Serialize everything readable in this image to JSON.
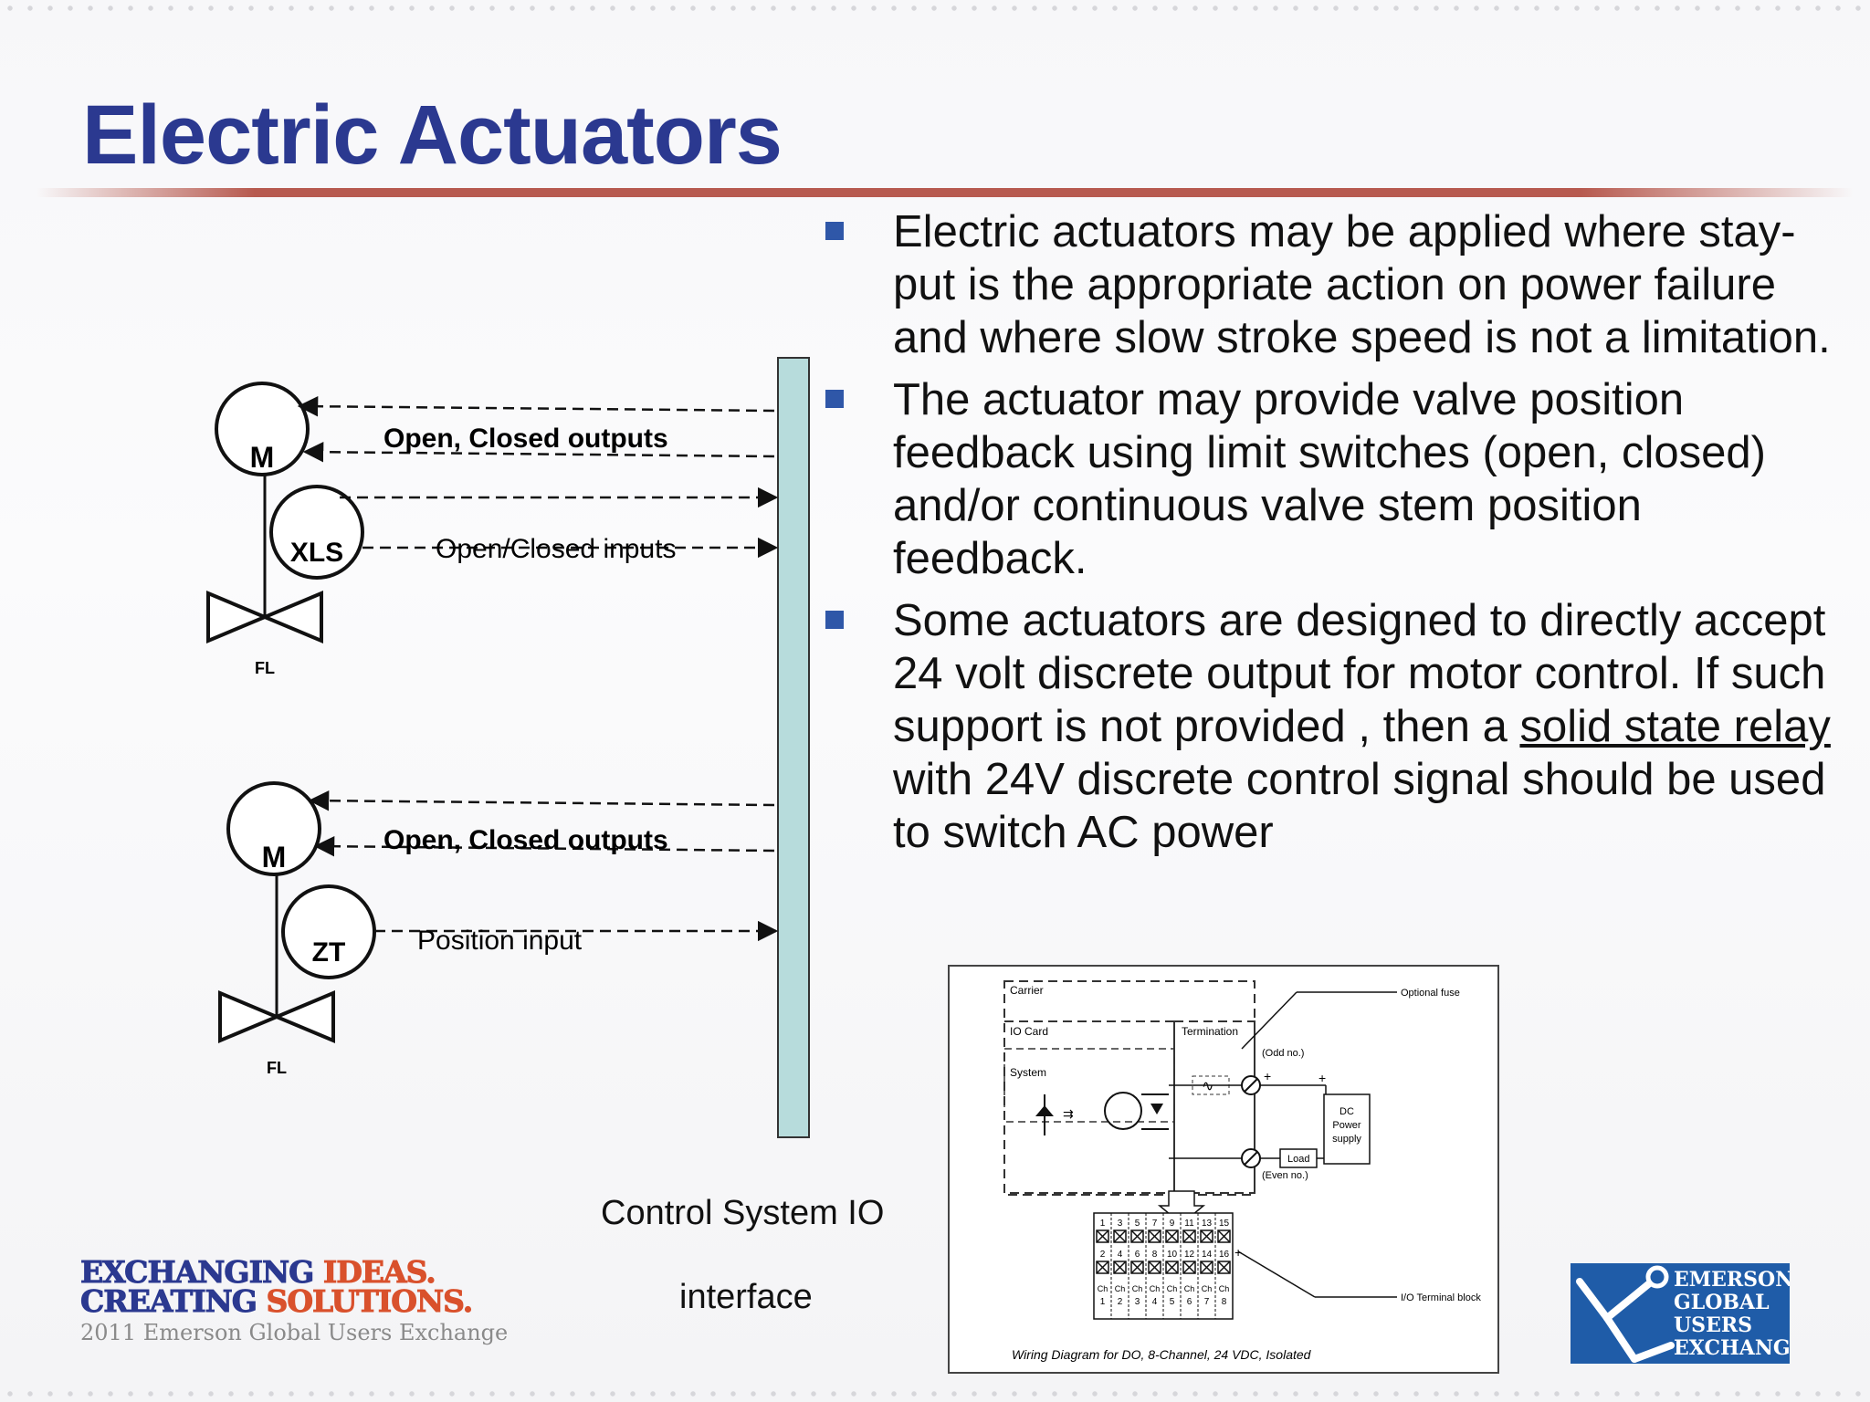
{
  "slide": {
    "title": "Electric Actuators",
    "bullets": [
      "Electric actuators may be applied where stay-put is the appropriate action on power failure and where slow stroke speed is not a limitation.",
      "The actuator may provide valve position feedback using limit switches (open, closed) and/or continuous valve stem position feedback.",
      {
        "before": "Some actuators are designed to directly accept 24 volt discrete output for motor control.  If such support is not provided , then a ",
        "underlined": "solid state relay ",
        "after": "with 24V discrete control signal should be used to switch AC power"
      }
    ]
  },
  "diagram": {
    "valve1": {
      "motor": "M",
      "switch": "XLS",
      "fail": "FL",
      "outputs_label": "Open,  Closed outputs",
      "inputs_label": "Open/Closed inputs"
    },
    "valve2": {
      "motor": "M",
      "transmitter": "ZT",
      "fail": "FL",
      "outputs_label": "Open,  Closed outputs",
      "inputs_label": "Position input"
    },
    "bus_label_1": "Control System IO",
    "bus_label_2": "interface",
    "colors": {
      "bus_fill": "#b7dcdc",
      "line": "#111111"
    }
  },
  "wiring_diagram": {
    "carrier": "Carrier",
    "io_card": "IO Card",
    "termination": "Termination",
    "system": "System",
    "optional_fuse": "Optional fuse",
    "odd_no": "(Odd no.)",
    "even_no": "(Even no.)",
    "dc_power": [
      "DC",
      "Power",
      "supply"
    ],
    "load": "Load",
    "terminal_block": "I/O Terminal block",
    "top_row": [
      "1",
      "3",
      "5",
      "7",
      "9",
      "11",
      "13",
      "15"
    ],
    "bottom_row": [
      "2",
      "4",
      "6",
      "8",
      "10",
      "12",
      "14",
      "16"
    ],
    "channel_prefix": "Ch",
    "channels": [
      "1",
      "2",
      "3",
      "4",
      "5",
      "6",
      "7",
      "8"
    ],
    "caption": "Wiring Diagram for DO, 8-Channel, 24 VDC, Isolated"
  },
  "logos": {
    "left_line1_a": "EXCHANGING ",
    "left_line1_b": "IDEAS.",
    "left_line2_a": "CREATING ",
    "left_line2_b": "SOLUTIONS.",
    "left_sub": "2011 Emerson Global Users Exchange",
    "right": [
      "EMERSON",
      "GLOBAL",
      "USERS",
      "EXCHANGE"
    ],
    "colors": {
      "navy": "#2b3990",
      "orange": "#d9512c",
      "blue_box": "#1f5ca8"
    }
  }
}
